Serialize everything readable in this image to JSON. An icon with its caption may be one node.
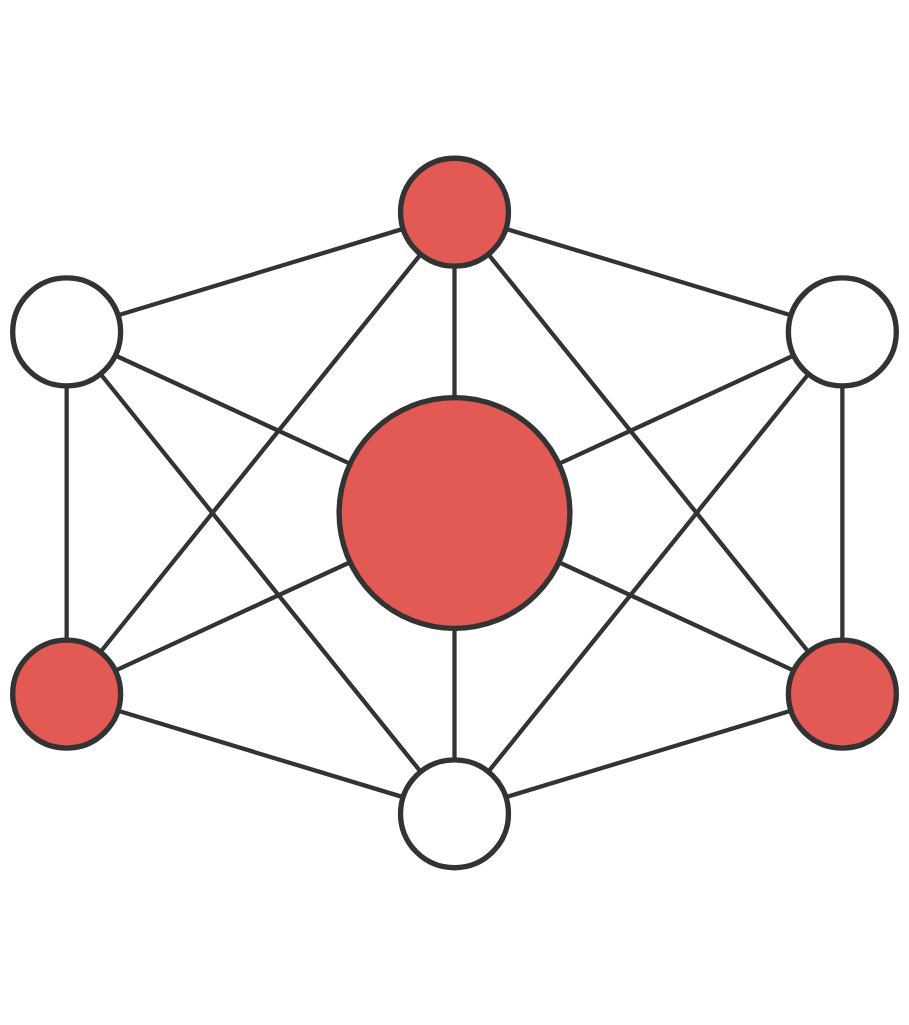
{
  "diagram": {
    "nodes": [
      {
        "text": [],
        "shape": "circle"
      },
      {
        "text": [],
        "shape": "circle"
      },
      {
        "text": [],
        "shape": "circle"
      },
      {
        "text": [],
        "shape": "circle"
      },
      {
        "text": [],
        "shape": "circle"
      },
      {
        "text": [],
        "shape": "circle"
      },
      {
        "text": [],
        "shape": "circle"
      }
    ],
    "edges": [
      {
        "from": 0,
        "to": 1,
        "arrow": "none"
      },
      {
        "from": 0,
        "to": 2,
        "arrow": "none"
      },
      {
        "from": 0,
        "to": 3,
        "arrow": "none"
      },
      {
        "from": 0,
        "to": 4,
        "arrow": "none"
      },
      {
        "from": 0,
        "to": 5,
        "arrow": "none"
      },
      {
        "from": 1,
        "to": 3,
        "arrow": "none"
      },
      {
        "from": 1,
        "to": 4,
        "arrow": "none"
      },
      {
        "from": 1,
        "to": 6,
        "arrow": "none"
      },
      {
        "from": 2,
        "to": 3,
        "arrow": "none"
      },
      {
        "from": 2,
        "to": 5,
        "arrow": "none"
      },
      {
        "from": 2,
        "to": 6,
        "arrow": "none"
      },
      {
        "from": 3,
        "to": 4,
        "arrow": "none"
      },
      {
        "from": 3,
        "to": 5,
        "arrow": "none"
      },
      {
        "from": 3,
        "to": 6,
        "arrow": "none"
      },
      {
        "from": 4,
        "to": 6,
        "arrow": "none"
      },
      {
        "from": 5,
        "to": 6,
        "arrow": "none"
      }
    ]
  }
}
